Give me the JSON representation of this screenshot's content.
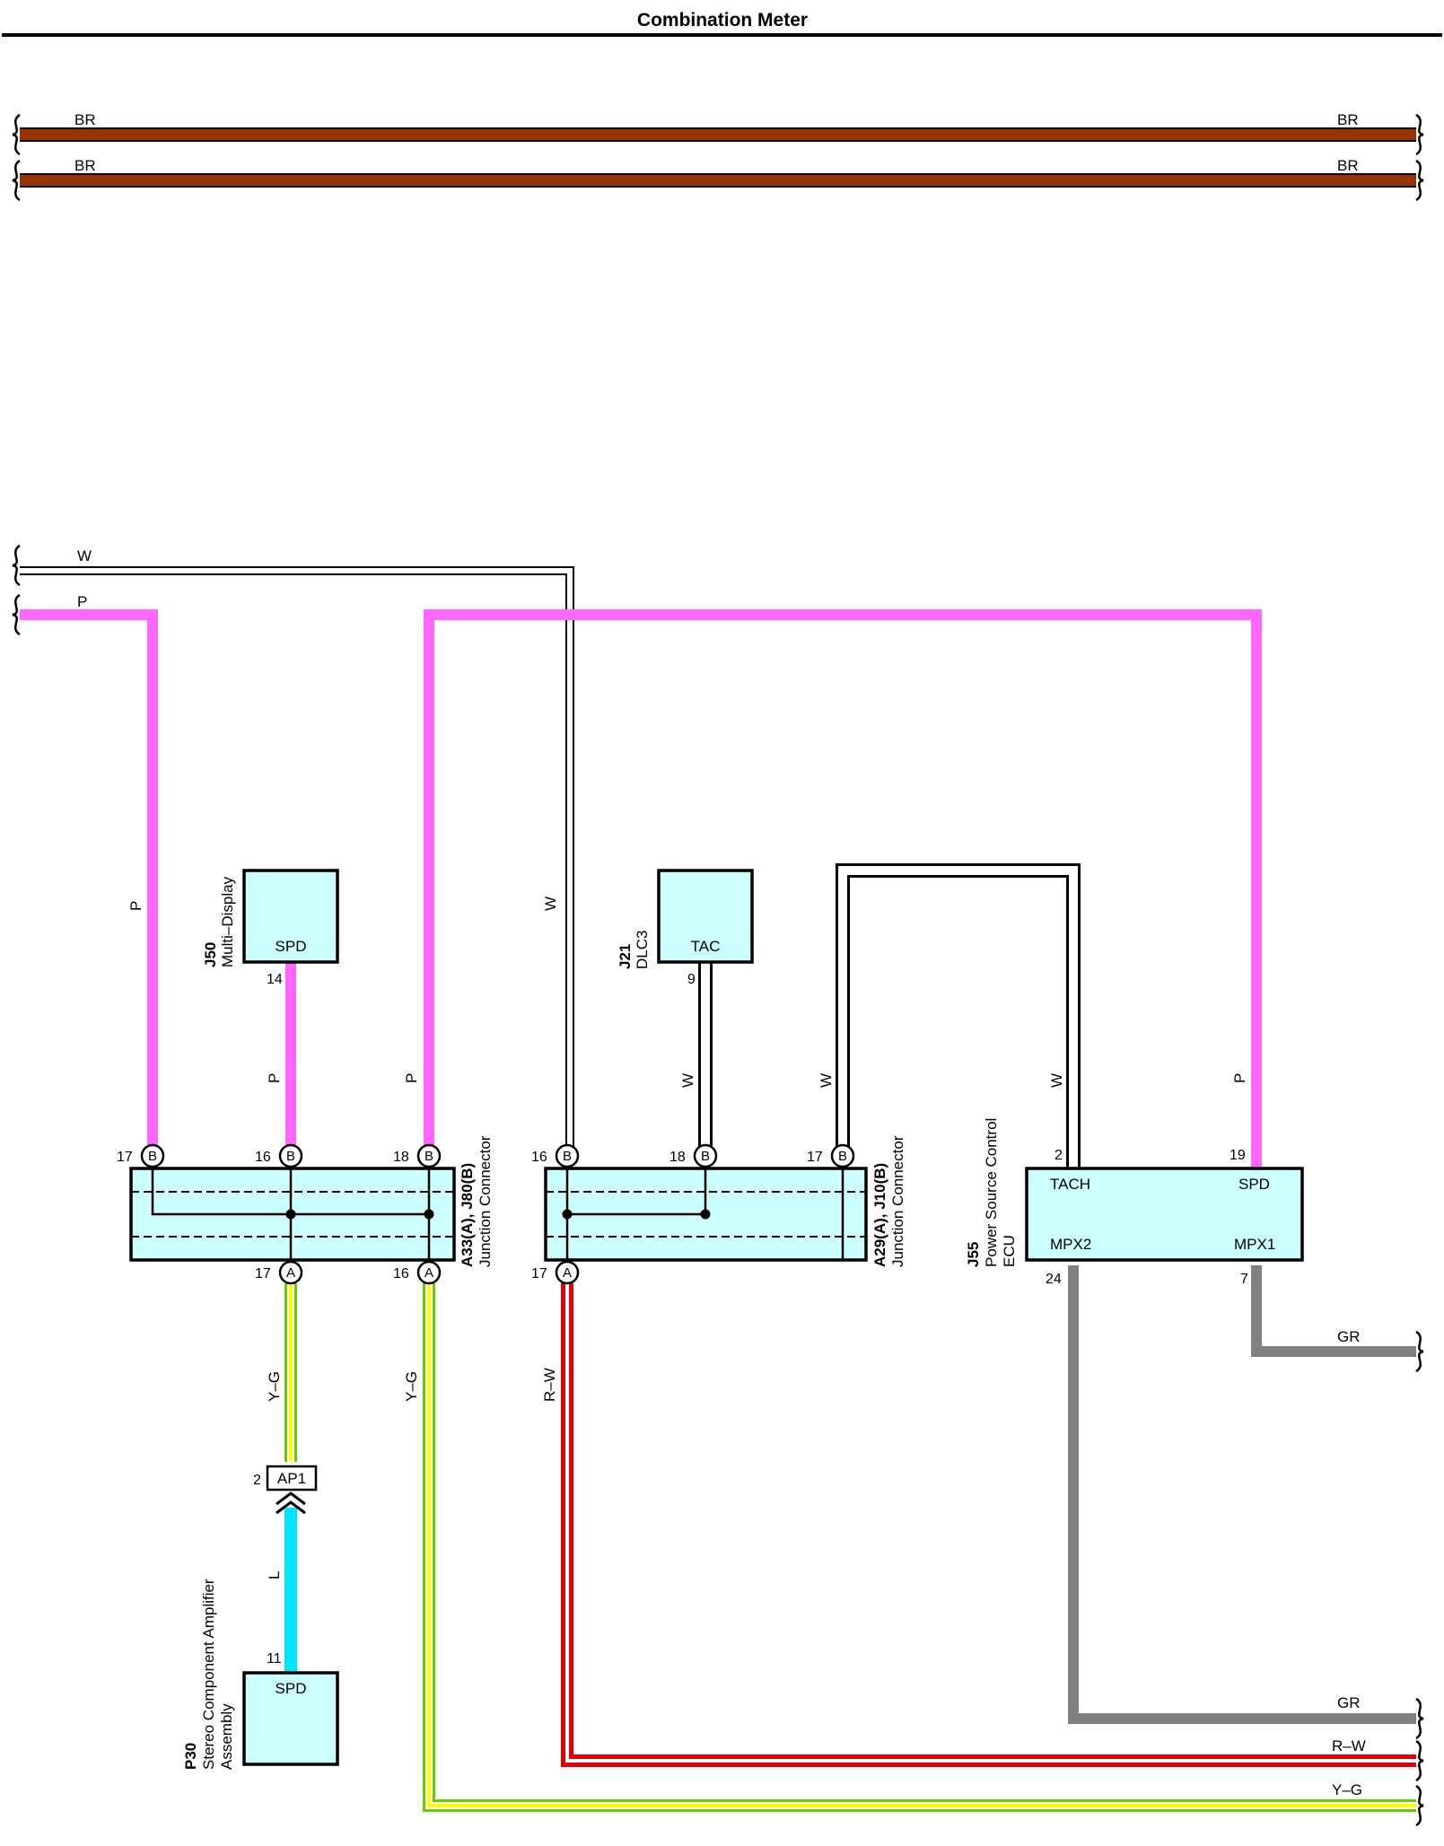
{
  "title": "Combination Meter",
  "colors": {
    "BR": "#993300",
    "P": "#ff66ff",
    "W": "#ffffff",
    "Y-G": "#ffff00",
    "Y-G_stripe": "#66cc00",
    "R-W": "#e60000",
    "GR": "#808080",
    "L": "#00e5ff",
    "component_fill": "#ccffff"
  },
  "wire_labels": {
    "br": "BR",
    "p": "P",
    "w": "W",
    "yg": "Y–G",
    "rw": "R–W",
    "gr": "GR",
    "l": "L"
  },
  "components": {
    "j50": {
      "code": "J50",
      "name": "Multi–Display",
      "terminal": "SPD",
      "pin": "14"
    },
    "j21": {
      "code": "J21",
      "name": "DLC3",
      "terminal": "TAC",
      "pin": "9"
    },
    "p30": {
      "code": "P30",
      "name_line1": "Stereo Component Amplifier",
      "name_line2": "Assembly",
      "terminal": "SPD",
      "pin": "11"
    },
    "ap1": {
      "code": "AP1",
      "pin": "2"
    },
    "jc1": {
      "code": "A33(A), J80(B)",
      "name": "Junction Connector",
      "top_pins": [
        {
          "num": "17",
          "conn": "B"
        },
        {
          "num": "16",
          "conn": "B"
        },
        {
          "num": "18",
          "conn": "B"
        }
      ],
      "bottom_pins": [
        {
          "num": "17",
          "conn": "A"
        },
        {
          "num": "16",
          "conn": "A"
        }
      ]
    },
    "jc2": {
      "code": "A29(A), J10(B)",
      "name": "Junction Connector",
      "top_pins": [
        {
          "num": "16",
          "conn": "B"
        },
        {
          "num": "18",
          "conn": "B"
        },
        {
          "num": "17",
          "conn": "B"
        }
      ],
      "bottom_pins": [
        {
          "num": "17",
          "conn": "A"
        }
      ]
    },
    "j55": {
      "code": "J55",
      "name_line1": "Power Source Control",
      "name_line2": "ECU",
      "terminals": {
        "tach": "TACH",
        "spd": "SPD",
        "mpx2": "MPX2",
        "mpx1": "MPX1"
      },
      "pins": {
        "tach": "2",
        "spd": "19",
        "mpx2": "24",
        "mpx1": "7"
      }
    }
  }
}
